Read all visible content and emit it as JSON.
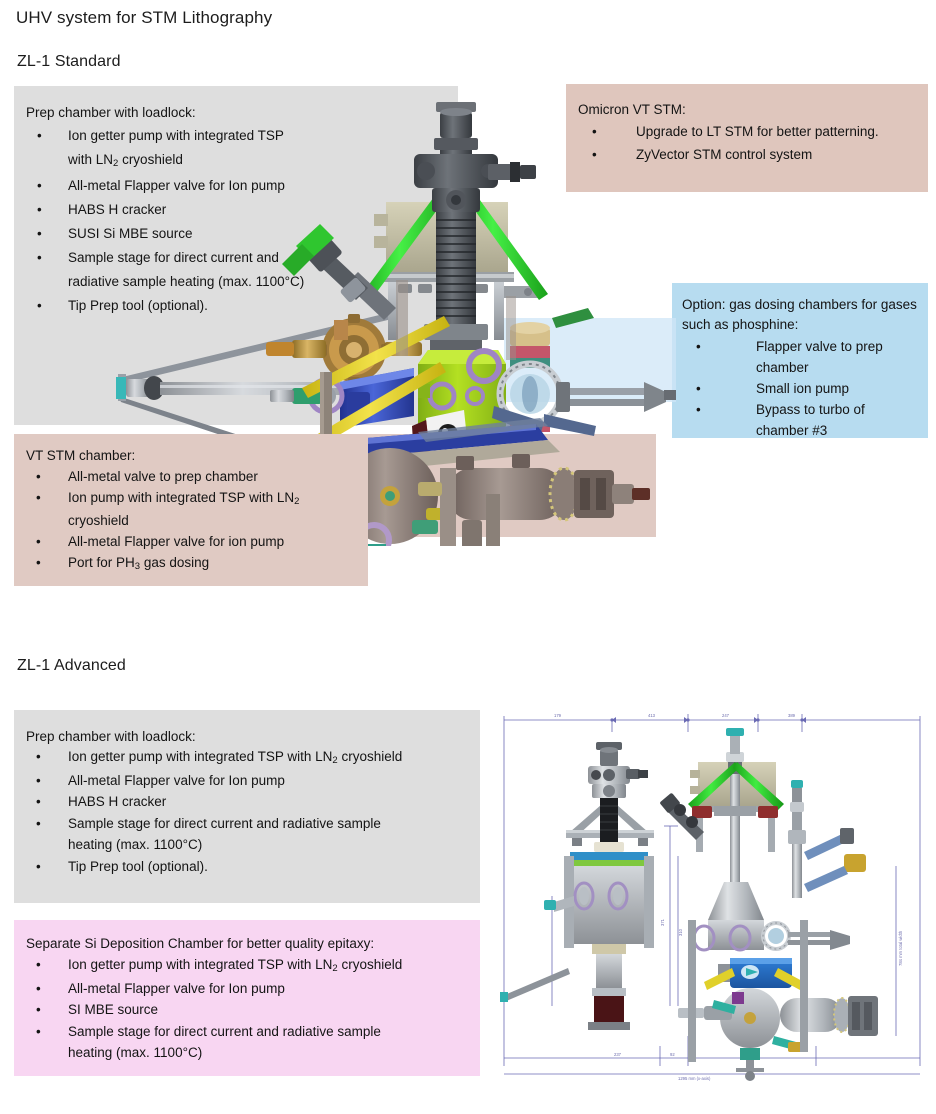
{
  "document": {
    "title": "UHV system for STM Lithography"
  },
  "sections": {
    "standard": {
      "heading": "ZL-1 Standard"
    },
    "advanced": {
      "heading": "ZL-1 Advanced"
    }
  },
  "bullet_glyph": "•",
  "boxes": {
    "prep_chamber_standard": {
      "color": "#dedede",
      "heading": "Prep chamber with loadlock:",
      "items": [
        "Ion getter pump with integrated TSP with LN2 cryoshield",
        "All-metal Flapper valve for Ion pump",
        "HABS H cracker",
        "SUSI Si MBE source",
        "Sample stage for direct current and radiative sample heating (max. 1100°C)",
        "Tip Prep tool (optional)."
      ]
    },
    "omicron_vt_stm": {
      "color": "#dfc6bd",
      "heading": "Omicron VT STM:",
      "items": [
        "Upgrade to LT STM for better patterning.",
        "ZyVector STM control system"
      ]
    },
    "gas_dosing_option": {
      "color": "#b7dcf0",
      "heading": "Option: gas dosing chambers for gases such as phosphine:",
      "items": [
        "Flapper valve to prep chamber",
        "Small ion pump",
        "Bypass to turbo of chamber #3"
      ]
    },
    "vt_stm_chamber": {
      "color": "#e0cac3",
      "heading": "VT STM chamber:",
      "items": [
        "All-metal valve to prep chamber",
        "Ion pump with integrated TSP with LN2 cryoshield",
        "All-metal Flapper valve for ion pump",
        "Port for PH3 gas dosing"
      ]
    },
    "prep_chamber_advanced": {
      "color": "#dedede",
      "heading": "Prep chamber with loadlock:",
      "items": [
        "Ion getter pump with integrated TSP with LN2 cryoshield",
        "All-metal Flapper valve for Ion pump",
        "HABS H cracker",
        "Sample stage for direct current and radiative sample heating (max. 1100°C)",
        "Tip Prep tool (optional)."
      ]
    },
    "si_deposition_chamber": {
      "color": "#f8d6f2",
      "heading": "Separate Si Deposition Chamber for better quality epitaxy:",
      "items": [
        "Ion getter pump with integrated TSP with LN2 cryoshield",
        "All-metal Flapper valve for Ion pump",
        "SI MBE source",
        "Sample stage for direct current and radiative sample heating (max. 1100°C)"
      ]
    }
  },
  "figures": {
    "standard_render": {
      "name": "ZL-1 Standard 3D CAD render of UHV system",
      "accents": {
        "support_rods": "#2fd62f",
        "chamber_body": "#9ed11f",
        "pump_body": "#3a5fc8"
      }
    },
    "advanced_drawing": {
      "name": "ZL-1 Advanced dimensioned CAD elevation drawing",
      "accents": {
        "dimension_lines": "#6a6ab4",
        "support_rods": "#2fd62f"
      }
    }
  }
}
